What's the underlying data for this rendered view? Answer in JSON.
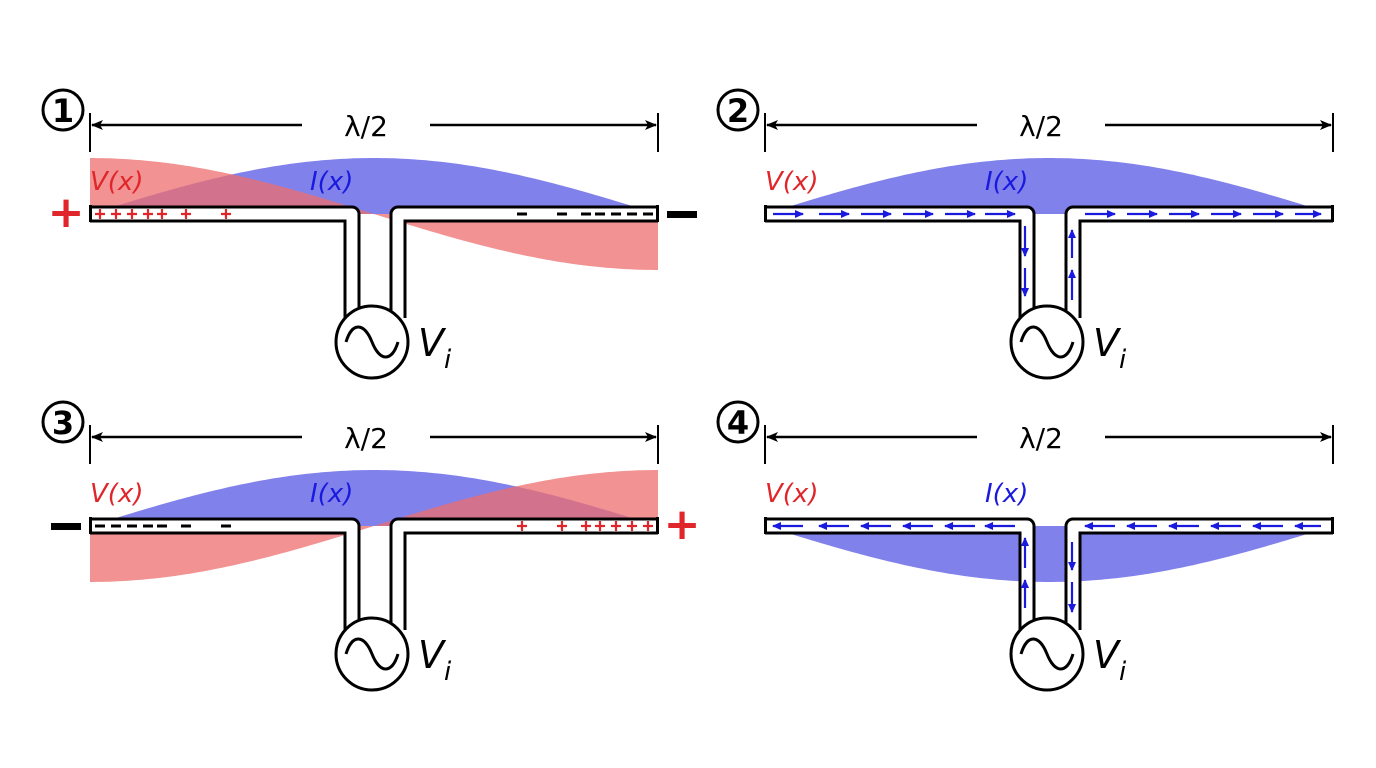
{
  "colors": {
    "voltage": "#e0262a",
    "voltage_fill": "#ee6e6e",
    "current": "#1a1adf",
    "current_fill": "#6b6be8",
    "conductor": "#000000"
  },
  "panels": [
    {
      "number": "1",
      "dimension": "λ/2",
      "v_label": "V(x)",
      "i_label": "I(x)",
      "source_label": "V",
      "source_sub": "i",
      "voltage_shape": "cos",
      "current_shape": "sin-up",
      "left_sign": "+",
      "right_sign": "−",
      "left_charges": "+",
      "right_charges": "−",
      "current_arrows": "none",
      "extra_mark": ""
    },
    {
      "number": "2",
      "dimension": "λ/2",
      "v_label": "V(x)",
      "i_label": "I(x)",
      "source_label": "V",
      "source_sub": "i",
      "voltage_shape": "none",
      "current_shape": "sin-up",
      "left_sign": "",
      "right_sign": "",
      "left_charges": "",
      "right_charges": "",
      "current_arrows": "outward-right",
      "extra_mark": ""
    },
    {
      "number": "3",
      "dimension": "λ/2",
      "v_label": "V(x)",
      "i_label": "I(x)",
      "source_label": "V",
      "source_sub": "i",
      "voltage_shape": "-cos",
      "current_shape": "sin-up",
      "left_sign": "−",
      "right_sign": "+",
      "left_charges": "−",
      "right_charges": "+",
      "current_arrows": "none",
      "extra_mark": "–"
    },
    {
      "number": "4",
      "dimension": "λ/2",
      "v_label": "V(x)",
      "i_label": "I(x)",
      "source_label": "V",
      "source_sub": "i",
      "voltage_shape": "none",
      "current_shape": "sin-down",
      "left_sign": "",
      "right_sign": "",
      "left_charges": "",
      "right_charges": "",
      "current_arrows": "left",
      "extra_mark": ""
    }
  ]
}
